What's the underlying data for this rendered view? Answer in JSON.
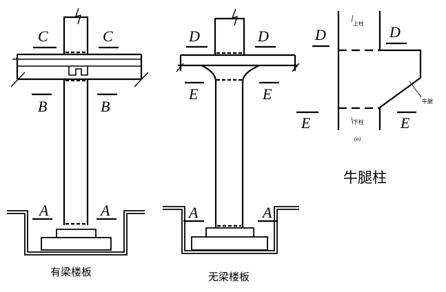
{
  "figure1": {
    "caption": "有梁楼板",
    "sections": {
      "top": "C",
      "middle": "B",
      "bottom": "A"
    }
  },
  "figure2": {
    "caption": "无梁楼板",
    "sections": {
      "top": "D",
      "middle": "E",
      "bottom": "A"
    }
  },
  "figure3": {
    "caption": "牛腿柱",
    "sections": {
      "top": "D",
      "bottom": "E"
    },
    "upper_column_label": "上柱",
    "lower_column_label": "下柱",
    "corbel_label": "牛腿",
    "subfigure_label": "(a)"
  }
}
